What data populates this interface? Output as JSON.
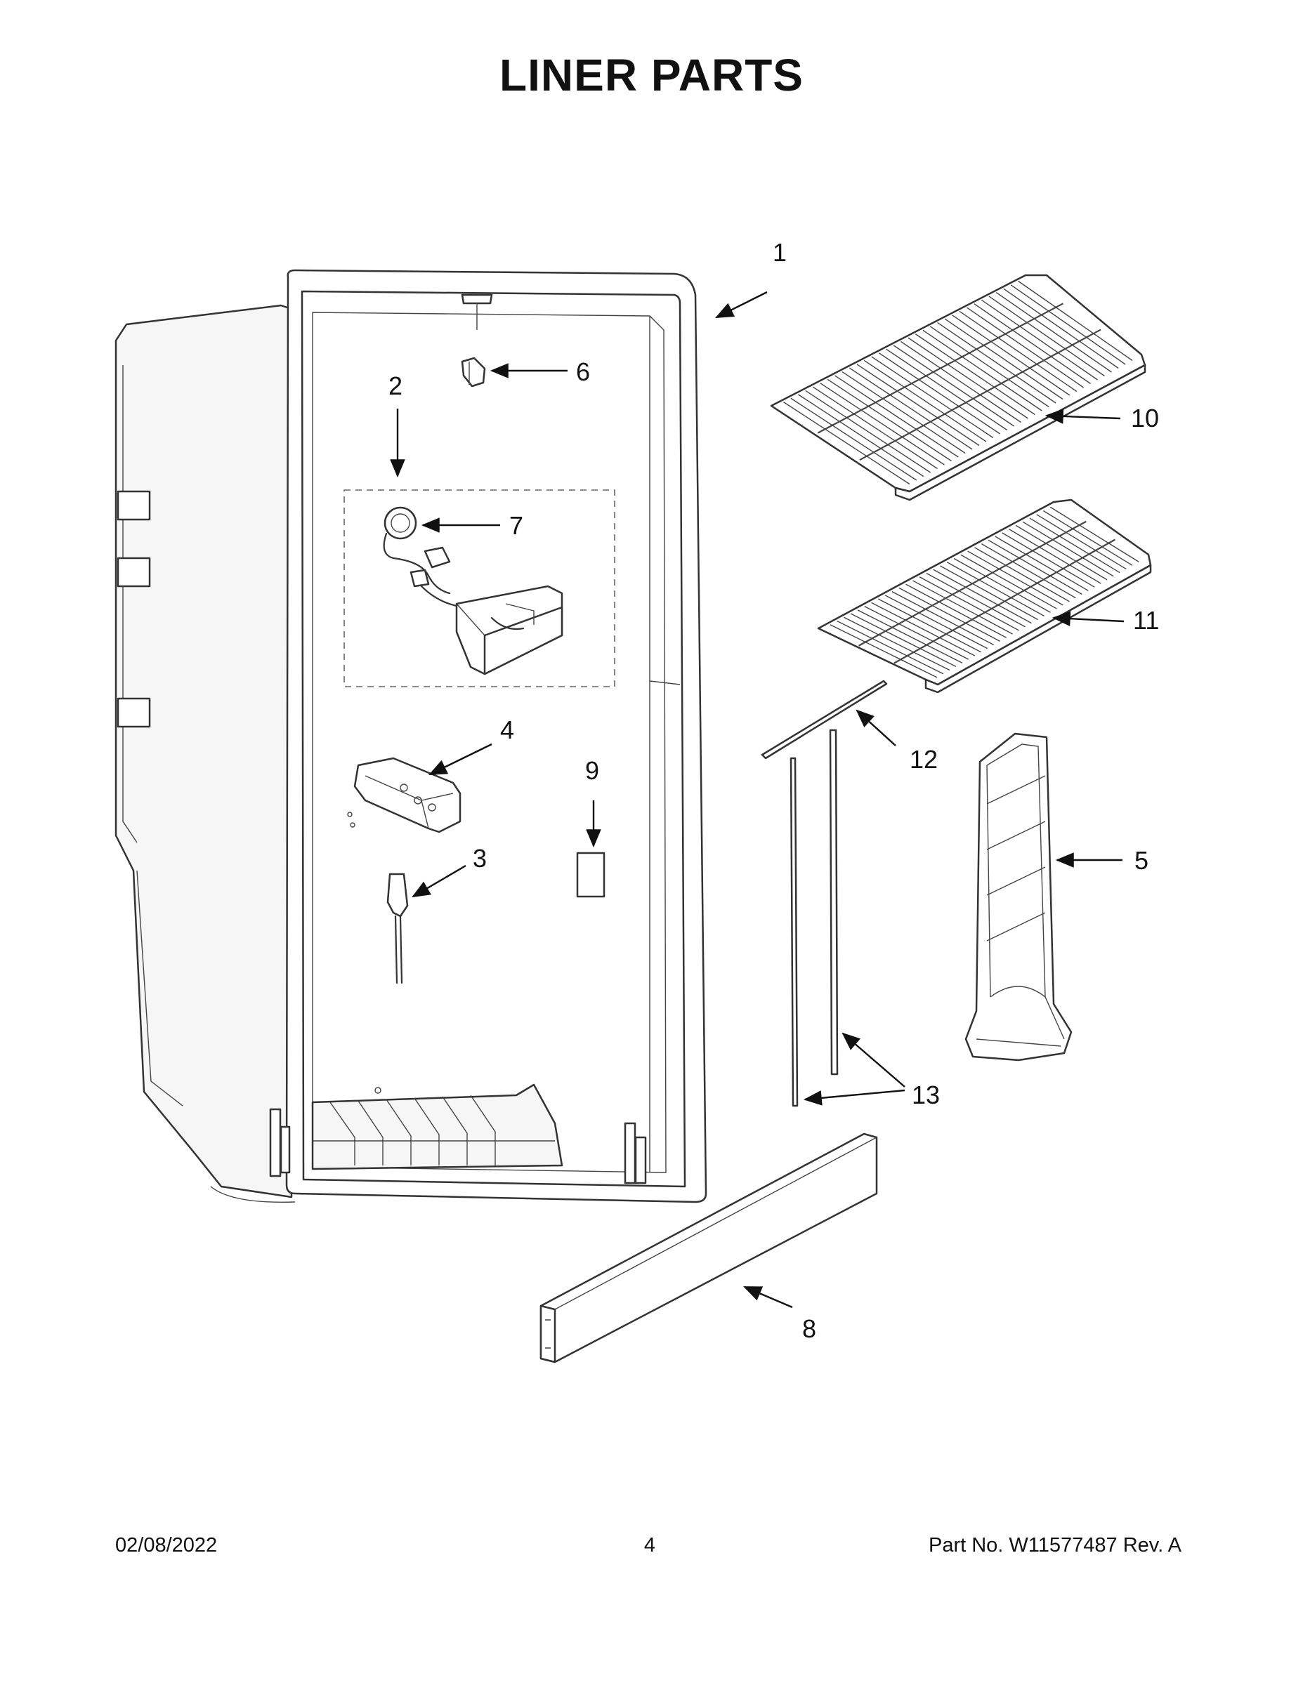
{
  "title": "LINER PARTS",
  "callouts": [
    "1",
    "2",
    "3",
    "4",
    "5",
    "6",
    "7",
    "8",
    "9",
    "10",
    "11",
    "12",
    "13"
  ],
  "footer": {
    "date": "02/08/2022",
    "page": "4",
    "part": "Part No.  W11577487  Rev.  A"
  }
}
